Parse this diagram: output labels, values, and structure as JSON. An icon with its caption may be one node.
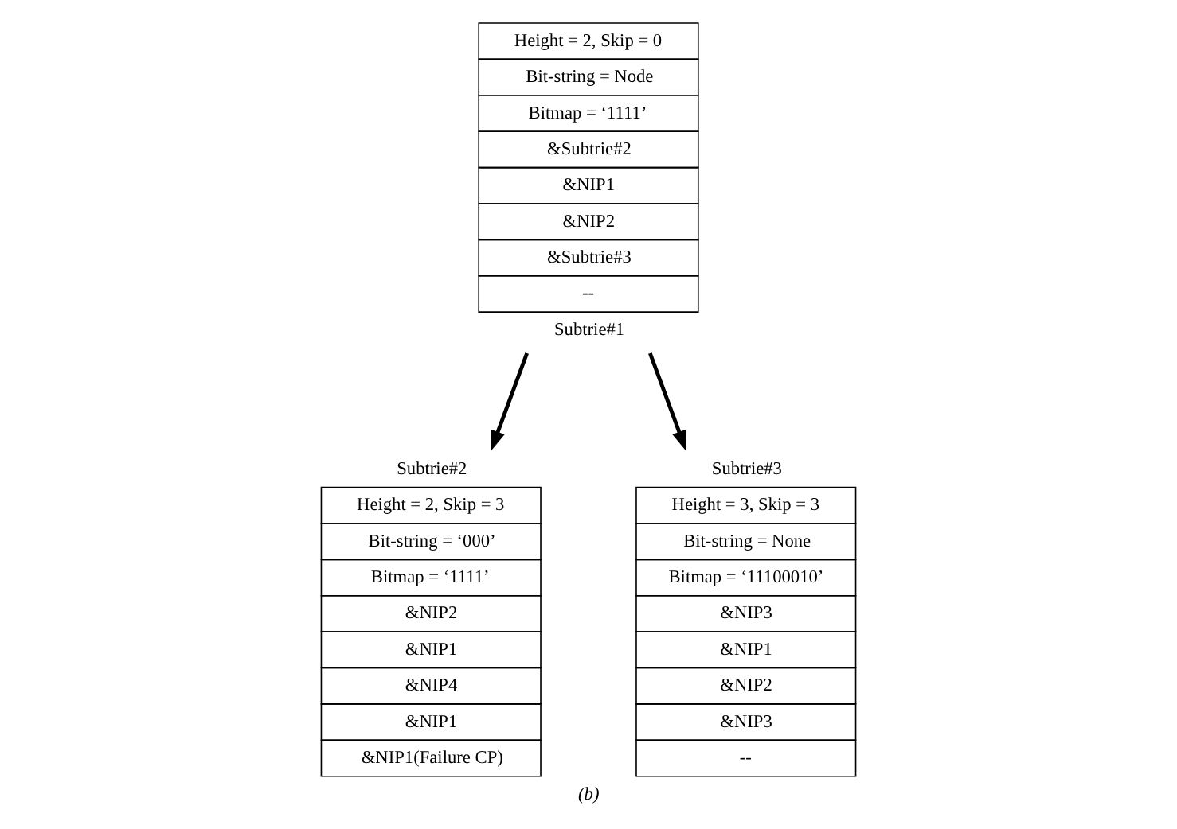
{
  "diagram": {
    "caption": "(b)",
    "nodes": [
      {
        "text": [
          "Height = 2, Skip = 0",
          "Bit-string = Node",
          "Bitmap = ‘1111’",
          "&Subtrie#2",
          "&NIP1",
          "&NIP2",
          "&Subtrie#3",
          "--",
          "Subtrie#1"
        ]
      },
      {
        "text": [
          "Subtrie#2",
          "Height = 2, Skip = 3",
          "Bit-string = ‘000’",
          "Bitmap = ‘1111’",
          "&NIP2",
          "&NIP1",
          "&NIP4",
          "&NIP1",
          "&NIP1(Failure CP)"
        ]
      },
      {
        "text": [
          "Subtrie#3",
          "Height = 3, Skip = 3",
          "Bit-string = None",
          "Bitmap = ‘11100010’",
          "&NIP3",
          "&NIP1",
          "&NIP2",
          "&NIP3",
          "--"
        ]
      }
    ],
    "edges": [
      {
        "from": 0,
        "to": 1,
        "arrow": "to"
      },
      {
        "from": 0,
        "to": 2,
        "arrow": "to"
      }
    ]
  }
}
